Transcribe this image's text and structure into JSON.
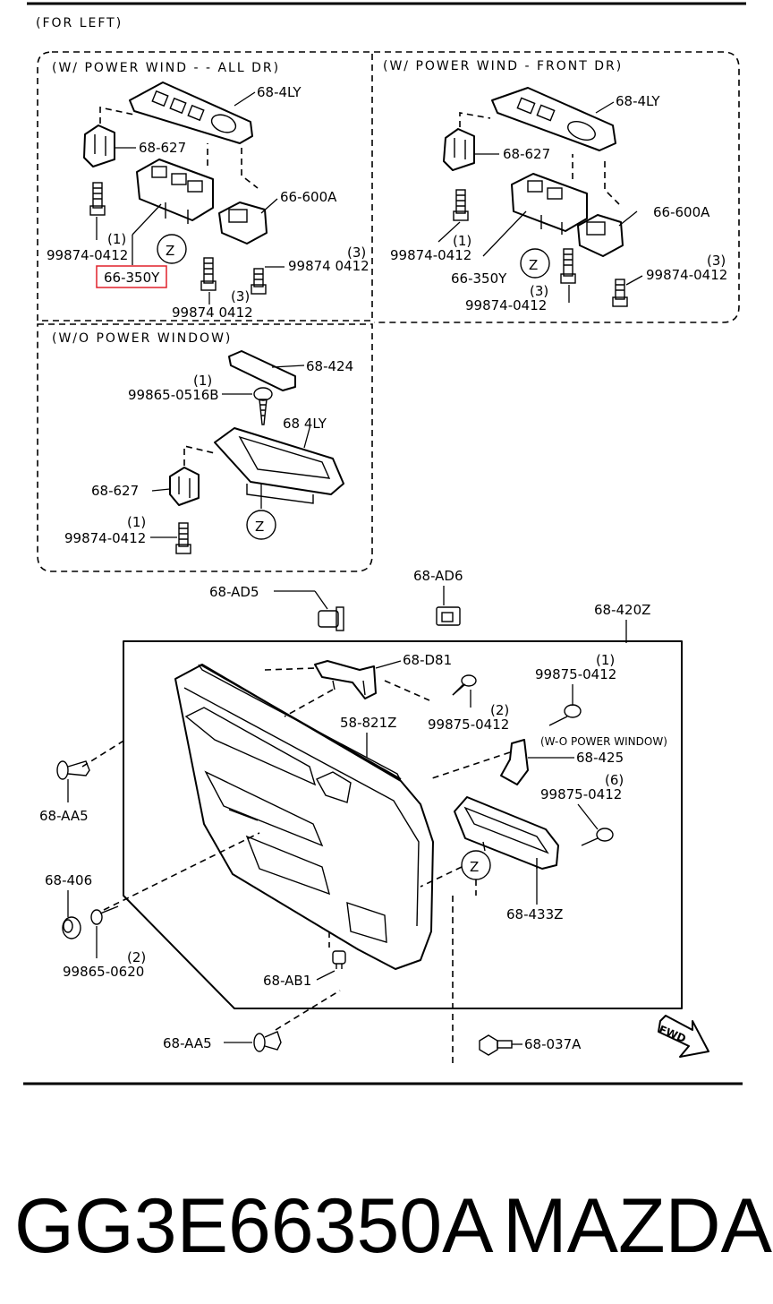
{
  "header": "(FOR  LEFT)",
  "sections": {
    "power_all": "(W/ POWER WIND - - ALL DR)",
    "power_front": "(W/ POWER WIND - FRONT DR)",
    "no_power": "(W/O POWER WINDOW)"
  },
  "power_all": {
    "bezel": "68-4LY",
    "bracket": "68-627",
    "switch_small": "66-600A",
    "screw_left_qty": "(1)",
    "screw_left": "99874-0412",
    "switch_main": "66-350Y",
    "screw_right_qty": "(3)",
    "screw_right": "99874 0412",
    "screw_bottom_qty": "(3)",
    "screw_bottom": "99874 0412",
    "ref": "Z"
  },
  "power_front": {
    "bezel": "68-4LY",
    "bracket": "68-627",
    "switch_small": "66-600A",
    "screw_left_qty": "(1)",
    "screw_left": "99874-0412",
    "switch_main": "66-350Y",
    "screw_bottom_qty": "(3)",
    "screw_bottom": "99874-0412",
    "screw_right_qty": "(3)",
    "screw_right": "99874-0412",
    "ref": "Z"
  },
  "no_power": {
    "pad": "68-424",
    "screw_top_qty": "(1)",
    "screw_top": "99865-0516B",
    "bezel": "68 4LY",
    "bracket": "68-627",
    "screw_qty": "(1)",
    "screw": "99874-0412",
    "ref": "Z"
  },
  "door": {
    "clip_top": "68-AD5",
    "clip_nut": "68-AD6",
    "trim": "68-420Z",
    "bracket_d81": "68-D81",
    "screw_a_qty": "(1)",
    "screw_a": "99875-0412",
    "screw_b_qty": "(2)",
    "screw_b": "99875-0412",
    "weatherstrip": "58-821Z",
    "note_no_power": "(W-O POWER WINDOW)",
    "bracket_425": "68-425",
    "screw_c_qty": "(6)",
    "screw_c": "99875-0412",
    "clip_left": "68-AA5",
    "cap": "68-406",
    "screw_d_qty": "(2)",
    "screw_d": "99865-0620",
    "handle": "68-433Z",
    "clip_ab1": "68-AB1",
    "clip_bottom": "68-AA5",
    "bolt": "68-037A",
    "fwd": "FWD",
    "ref": "Z"
  },
  "caption": {
    "part_number": "GG3E66350A",
    "brand": "MAZDA"
  },
  "highlight_color": "#e0202a"
}
